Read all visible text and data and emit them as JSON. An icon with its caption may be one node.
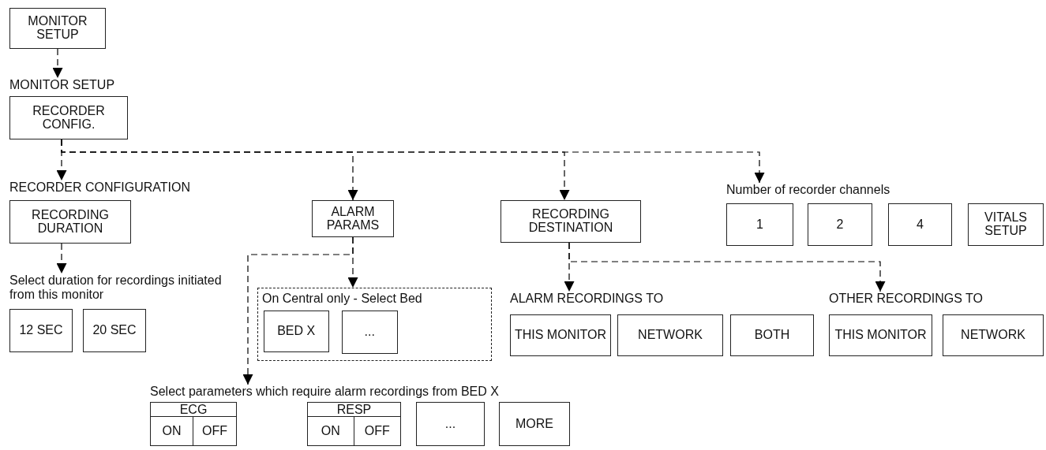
{
  "diagram": {
    "nodes": [
      {
        "text": [
          "MONITOR SETUP"
        ]
      },
      {
        "text": [
          "MONITOR SETUP"
        ]
      },
      {
        "text": [
          "RECORDER CONFIG."
        ]
      },
      {
        "text": [
          "RECORDER CONFIGURATION"
        ]
      },
      {
        "text": [
          "RECORDING DURATION"
        ]
      },
      {
        "text": [
          "ALARM PARAMS"
        ]
      },
      {
        "text": [
          "RECORDING DESTINATION"
        ]
      },
      {
        "text": [
          "Number of recorder channels"
        ]
      },
      {
        "text": [
          "1"
        ]
      },
      {
        "text": [
          "2"
        ]
      },
      {
        "text": [
          "4"
        ]
      },
      {
        "text": [
          "VITALS SETUP"
        ]
      },
      {
        "text": [
          "Select duration for recordings initiated from this monitor"
        ]
      },
      {
        "text": [
          "12 SEC"
        ]
      },
      {
        "text": [
          "20 SEC"
        ]
      },
      {
        "text": [
          "On Central only - Select Bed"
        ]
      },
      {
        "text": [
          "BED X"
        ],
        "in": 15
      },
      {
        "text": [
          "..."
        ],
        "in": 15
      },
      {
        "text": [
          "ALARM RECORDINGS TO"
        ]
      },
      {
        "text": [
          "THIS MONITOR"
        ]
      },
      {
        "text": [
          "NETWORK"
        ]
      },
      {
        "text": [
          "BOTH"
        ]
      },
      {
        "text": [
          "OTHER RECORDINGS TO"
        ]
      },
      {
        "text": [
          "THIS MONITOR"
        ]
      },
      {
        "text": [
          "NETWORK"
        ]
      },
      {
        "text": [
          "Select parameters which require alarm recordings from BED X"
        ]
      },
      {
        "text": [
          "ECG",
          "ON",
          "OFF"
        ]
      },
      {
        "text": [
          "RESP",
          "ON",
          "OFF"
        ]
      },
      {
        "text": [
          "..."
        ]
      },
      {
        "text": [
          "MORE"
        ]
      }
    ],
    "edges": [
      {
        "from": 0,
        "to": 1,
        "arrow": "to",
        "style": "dashed"
      },
      {
        "from": 2,
        "to": 3,
        "arrow": "to",
        "style": "dashed"
      },
      {
        "from": 2,
        "to": 5,
        "arrow": "to",
        "style": "dashed"
      },
      {
        "from": 2,
        "to": 6,
        "arrow": "to",
        "style": "dashed"
      },
      {
        "from": 2,
        "to": 7,
        "arrow": "to",
        "style": "dashed"
      },
      {
        "from": 4,
        "to": 12,
        "arrow": "to",
        "style": "dashed"
      },
      {
        "from": 5,
        "to": 15,
        "arrow": "to",
        "style": "dashed"
      },
      {
        "from": 5,
        "to": 25,
        "arrow": "to",
        "style": "dashed"
      },
      {
        "from": 6,
        "to": 18,
        "arrow": "to",
        "style": "dashed"
      },
      {
        "from": 6,
        "to": 22,
        "arrow": "to",
        "style": "dashed"
      }
    ]
  }
}
